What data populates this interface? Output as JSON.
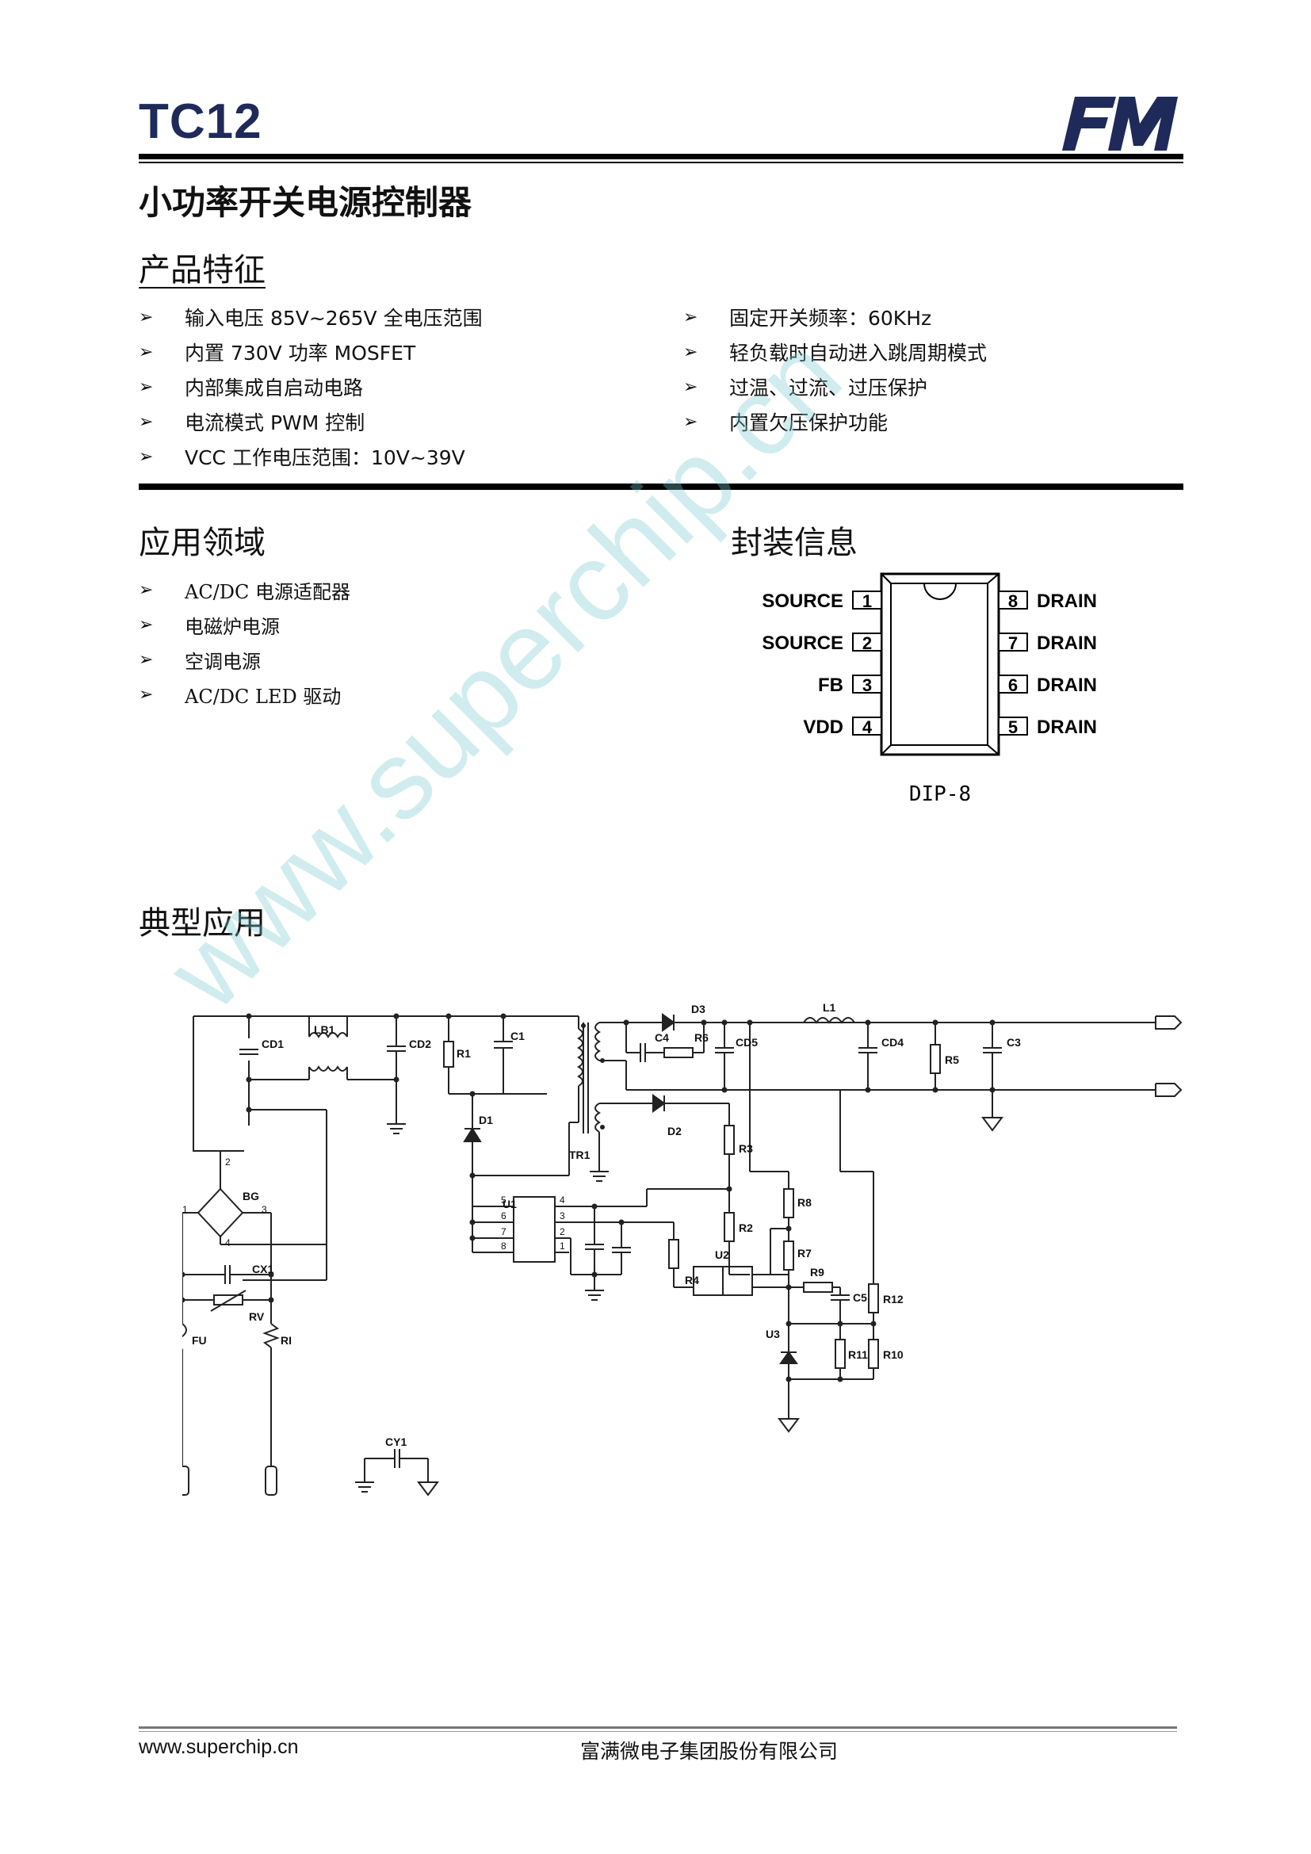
{
  "header": {
    "title": "TC12",
    "subtitle": "小功率开关电源控制器"
  },
  "features": {
    "heading": "产品特征",
    "left": [
      "输入电压 85V~265V 全电压范围",
      "内置 730V 功率 MOSFET",
      "内部集成自启动电路",
      "电流模式 PWM 控制",
      "VCC 工作电压范围：10V~39V"
    ],
    "right": [
      "固定开关频率：60KHz",
      "轻负载时自动进入跳周期模式",
      "过温、过流、过压保护",
      "内置欠压保护功能"
    ]
  },
  "applications": {
    "heading": "应用领域",
    "items": [
      "AC/DC 电源适配器",
      "电磁炉电源",
      "空调电源",
      "AC/DC LED 驱动"
    ]
  },
  "package": {
    "heading": "封装信息",
    "left_pins": [
      {
        "num": "1",
        "name": "SOURCE"
      },
      {
        "num": "2",
        "name": "SOURCE"
      },
      {
        "num": "3",
        "name": "FB"
      },
      {
        "num": "4",
        "name": "VDD"
      }
    ],
    "right_pins": [
      {
        "num": "8",
        "name": "DRAIN"
      },
      {
        "num": "7",
        "name": "DRAIN"
      },
      {
        "num": "6",
        "name": "DRAIN"
      },
      {
        "num": "5",
        "name": "DRAIN"
      }
    ],
    "type": "DIP-8"
  },
  "typical": {
    "heading": "典型应用",
    "labels": {
      "CD1": "CD1",
      "LB1": "LB1",
      "CD2": "CD2",
      "R1": "R1",
      "C1": "C1",
      "D1": "D1",
      "TR1": "TR1",
      "C4": "C4",
      "R6": "R6",
      "D3": "D3",
      "CD5": "CD5",
      "L1": "L1",
      "CD4": "CD4",
      "R5": "R5",
      "C3": "C3",
      "D2": "D2",
      "R3": "R3",
      "BG": "BG",
      "U1": "U1",
      "R2": "R2",
      "R8": "R8",
      "R4": "R4",
      "U2": "U2",
      "R7": "R7",
      "R9": "R9",
      "C5": "C5",
      "R12": "R12",
      "CX1": "CX1",
      "RV": "RV",
      "U3": "U3",
      "FU": "FU",
      "RI": "RI",
      "R11": "R11",
      "R10": "R10",
      "CY1": "CY1",
      "p1": "1",
      "p2": "2",
      "p3": "3",
      "p4": "4",
      "u5": "5",
      "u6": "6",
      "u7": "7",
      "u8": "8",
      "u4": "4",
      "u3": "3",
      "u2": "2",
      "u1": "1"
    }
  },
  "footer": {
    "website": "www.superchip.cn",
    "company": "富满微电子集团股份有限公司"
  },
  "watermark": "www.superchip.cn",
  "colors": {
    "title": "#1f2a5a",
    "logo": "#1f2a5a",
    "watermark": "#78c8cd"
  }
}
